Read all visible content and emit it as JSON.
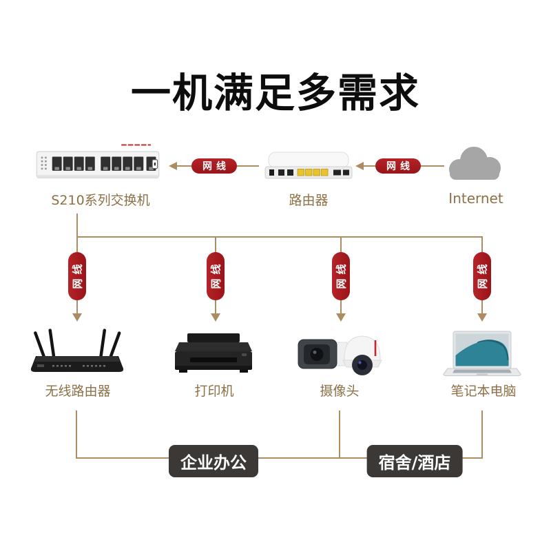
{
  "title": "一机满足多需求",
  "cable_label": "网线",
  "top_row": {
    "switch_label": "S210系列交换机",
    "router_label": "路由器",
    "internet_label": "Internet"
  },
  "devices": [
    {
      "label": "无线路由器"
    },
    {
      "label": "打印机"
    },
    {
      "label": "摄像头"
    },
    {
      "label": "笔记本电脑"
    }
  ],
  "groups": [
    {
      "label": "企业办公"
    },
    {
      "label": "宿舍/酒店"
    }
  ],
  "colors": {
    "accent_red": "#a81e22",
    "line_tan": "#ae8c62",
    "label_brown": "#8d7146",
    "badge_dark": "#3b3836",
    "cloud_gray": "#a6a6a6",
    "title_black": "#0d0d0d"
  }
}
